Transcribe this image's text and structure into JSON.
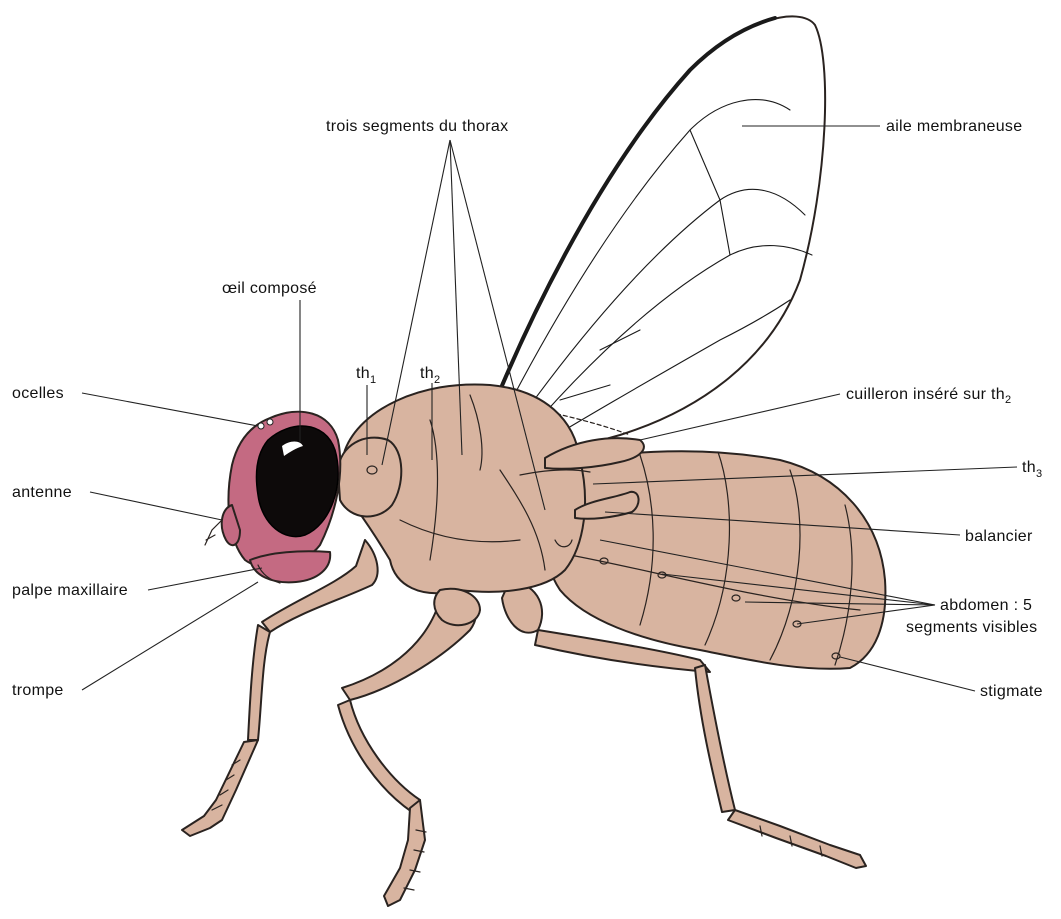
{
  "colors": {
    "body": "#d8b4a0",
    "body_shade": "#c9a08b",
    "head": "#c46a82",
    "eye": "#0d0a0a",
    "wing": "#ffffff",
    "lines": "#222222",
    "background": "#ffffff"
  },
  "labels": {
    "thorax_segments": "trois segments du thorax",
    "wing": "aile membraneuse",
    "compound_eye": "œil composé",
    "ocelli": "ocelles",
    "th1": "th",
    "th1_sub": "1",
    "th2": "th",
    "th2_sub": "2",
    "calypter": "cuilleron inséré sur th",
    "calypter_sub": "2",
    "th3": "th",
    "th3_sub": "3",
    "antenna": "antenne",
    "haltere": "balancier",
    "maxillary_palp": "palpe maxillaire",
    "abdomen_line1": "abdomen : 5",
    "abdomen_line2": "segments visibles",
    "proboscis": "trompe",
    "spiracle": "stigmate"
  }
}
